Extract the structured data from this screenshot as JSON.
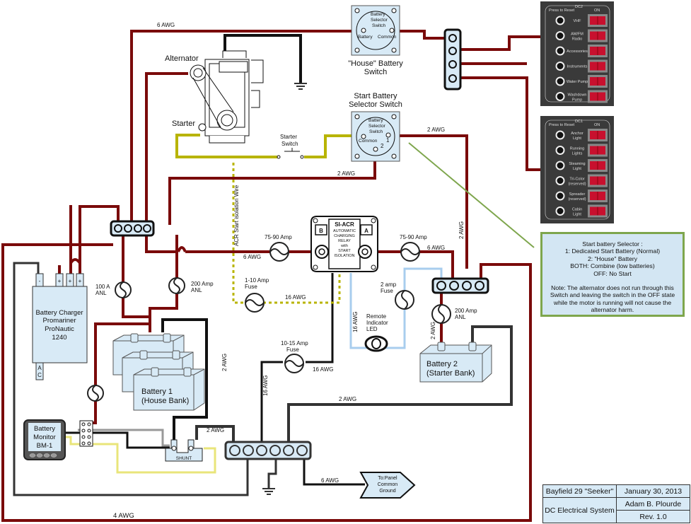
{
  "title_block": {
    "boat": "Bayfield 29 \"Seeker\"",
    "date": "January 30, 2013",
    "system": "DC Electrical System",
    "author": "Adam B. Plourde",
    "revision": "Rev. 1.0"
  },
  "note": {
    "title": "Start battery Selector :",
    "options": [
      "1: Dedicated Start Battery (Normal)",
      "2: \"House\" Battery",
      "BOTH: Combine (low batteries)",
      "OFF: No Start"
    ],
    "text": "Note: The alternator does not run through this Switch and leaving the switch in the OFF state while the motor is running will not cause the alternator harm."
  },
  "panels": [
    {
      "id": "DC2",
      "header_left": "Press to Reset",
      "header_right": "ON",
      "circuits": [
        "VHF",
        "AM/FM Radio",
        "Accessories",
        "Instruments",
        "Water Pump",
        "Washdown Pump"
      ]
    },
    {
      "id": "DC1",
      "header_left": "Press to Reset",
      "header_right": "ON",
      "circuits": [
        "Anchor Light",
        "Running Lights",
        "Steaming Light",
        "Tri-Color (reserved)",
        "Spreader (reserved)",
        "Cabin Light"
      ]
    }
  ],
  "components": {
    "house_switch": {
      "caption": [
        "\"House\" Battery",
        "Switch"
      ],
      "face": [
        "Battery",
        "Selector",
        "Switch"
      ],
      "left": "Battery",
      "right": "Common"
    },
    "start_switch": {
      "caption": [
        "Start Battery",
        "Selector Switch"
      ],
      "face": [
        "Battery",
        "Selector",
        "Switch"
      ],
      "common": "Common",
      "pos1": "1",
      "pos2": "2"
    },
    "alternator": "Alternator",
    "starter": "Starter",
    "starter_switch": [
      "Starter",
      "Switch"
    ],
    "acr": {
      "lines": [
        "SI-ACR",
        "AUTOMATIC",
        "CHARGING",
        "RELAY",
        "with",
        "START",
        "ISOLATION"
      ],
      "b": "B",
      "a": "A"
    },
    "charger": {
      "lines": [
        "Battery Charger",
        "Promariner",
        "ProNautic",
        "1240"
      ],
      "neg": "-",
      "pos": "+",
      "ac": [
        "A",
        "C"
      ]
    },
    "battery1": [
      "Battery 1",
      "(House Bank)"
    ],
    "battery2": [
      "Battery 2",
      "(Starter Bank)"
    ],
    "monitor": [
      "Battery",
      "Monitor",
      "BM-1"
    ],
    "shunt": "SHUNT",
    "led": [
      "Remote",
      "Indicator",
      "LED"
    ],
    "panel_ground": [
      "To:Panel",
      "Common",
      "Ground"
    ]
  },
  "labels": {
    "top_6awg": "6 AWG",
    "awg2_start": "2 AWG",
    "awg2_mid": "2 AWG",
    "acr_wire": "ACR Start isolation Wire",
    "fuse_7590_left": "75-90 Amp",
    "awg6_left": "6 AWG",
    "fuse_7590_right": "75-90 Amp",
    "awg6_right": "6 AWG",
    "awg2_vert": "2 AWG",
    "fuse_110": [
      "1-10 Amp",
      "Fuse"
    ],
    "awg16_a": "16 AWG",
    "fuse_2amp": [
      "2 amp",
      "Fuse"
    ],
    "awg16_led": "16 AWG",
    "anl_100": [
      "100 A",
      "ANL"
    ],
    "anl_200_left": [
      "200 Amp",
      "ANL"
    ],
    "anl_200_right": [
      "200 Amp",
      "ANL"
    ],
    "awg2_batt2": "2 AWG",
    "fuse_1015": [
      "10-15 Amp",
      "Fuse"
    ],
    "awg16_b": "16 AWG",
    "awg16_c": "16 AWG",
    "awg2_house_neg": "2 AWG",
    "awg2_shunt": "2 AWG",
    "awg2_ground": "2 AWG",
    "awg6_panel": "6 AWG",
    "awg4": "4 AWG"
  },
  "colors": {
    "positive": "#7a0a0a",
    "negative": "#111111",
    "starter": "#b8b400",
    "led": "#a8cdee",
    "callout": "#7ea64d",
    "component_fill": "#d8eaf6",
    "panel": "#3a3a3a",
    "breaker": "#c8102e"
  }
}
